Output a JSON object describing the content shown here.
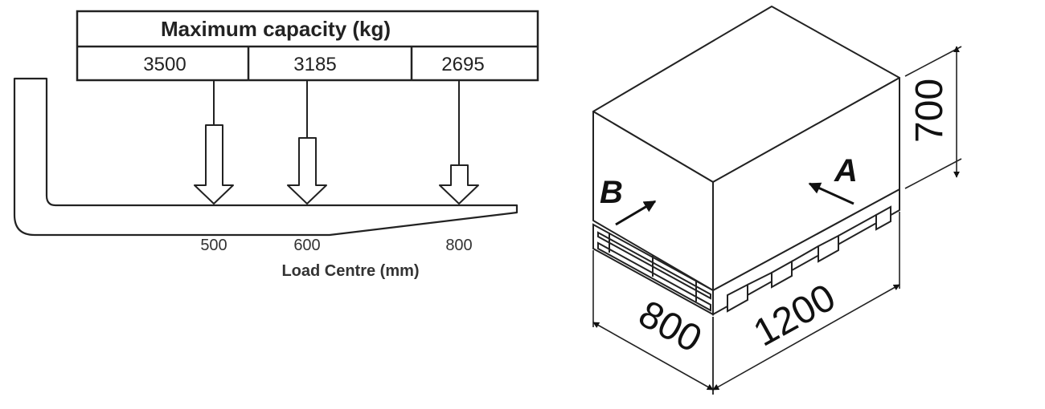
{
  "capacity_table": {
    "title": "Maximum capacity (kg)",
    "values": [
      "3500",
      "3185",
      "2695"
    ]
  },
  "load_centre": {
    "label": "Load Centre (mm)",
    "ticks": [
      "500",
      "600",
      "800"
    ]
  },
  "pallet": {
    "length": "1200",
    "width": "800",
    "height": "700",
    "face_a": "A",
    "face_b": "B"
  }
}
